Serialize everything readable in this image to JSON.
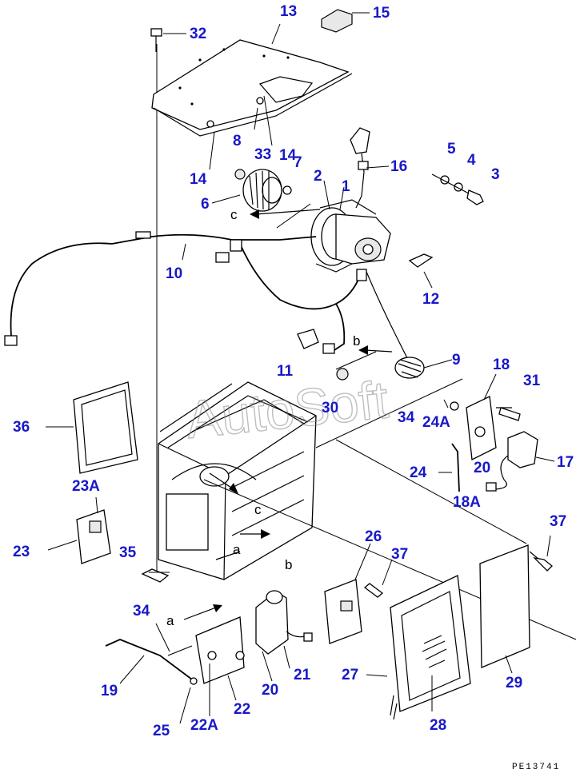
{
  "diagram": {
    "watermark": "AutoSoft",
    "drawing_code": "PE13741",
    "callouts": [
      "1",
      "2",
      "3",
      "4",
      "5",
      "6",
      "7",
      "8",
      "9",
      "10",
      "11",
      "12",
      "13",
      "14",
      "14",
      "15",
      "16",
      "17",
      "18",
      "18A",
      "19",
      "20",
      "20",
      "21",
      "22",
      "22A",
      "23",
      "23A",
      "24",
      "24A",
      "25",
      "26",
      "27",
      "28",
      "29",
      "30",
      "31",
      "32",
      "33",
      "34",
      "34",
      "35",
      "36",
      "37",
      "37"
    ],
    "flow_letters": [
      "a",
      "a",
      "b",
      "b",
      "c",
      "c"
    ]
  }
}
